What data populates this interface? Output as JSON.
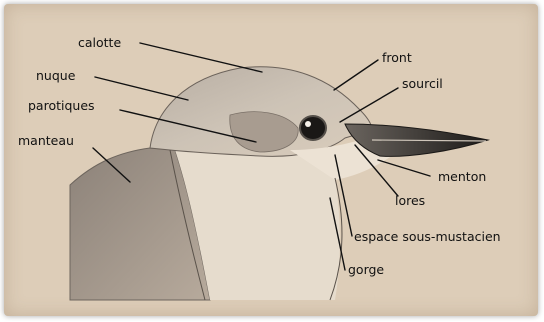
{
  "labels": {
    "calotte": "calotte",
    "nuque": "nuque",
    "parotiques": "parotiques",
    "manteau": "manteau",
    "front": "front",
    "sourcil": "sourcil",
    "menton": "menton",
    "lores": "lores",
    "espace_sous_mustacien": "espace sous-mustacien",
    "gorge": "gorge"
  },
  "colors": {
    "paper": "#ddcdb8",
    "pencil": "#555049",
    "ink": "#111111"
  }
}
